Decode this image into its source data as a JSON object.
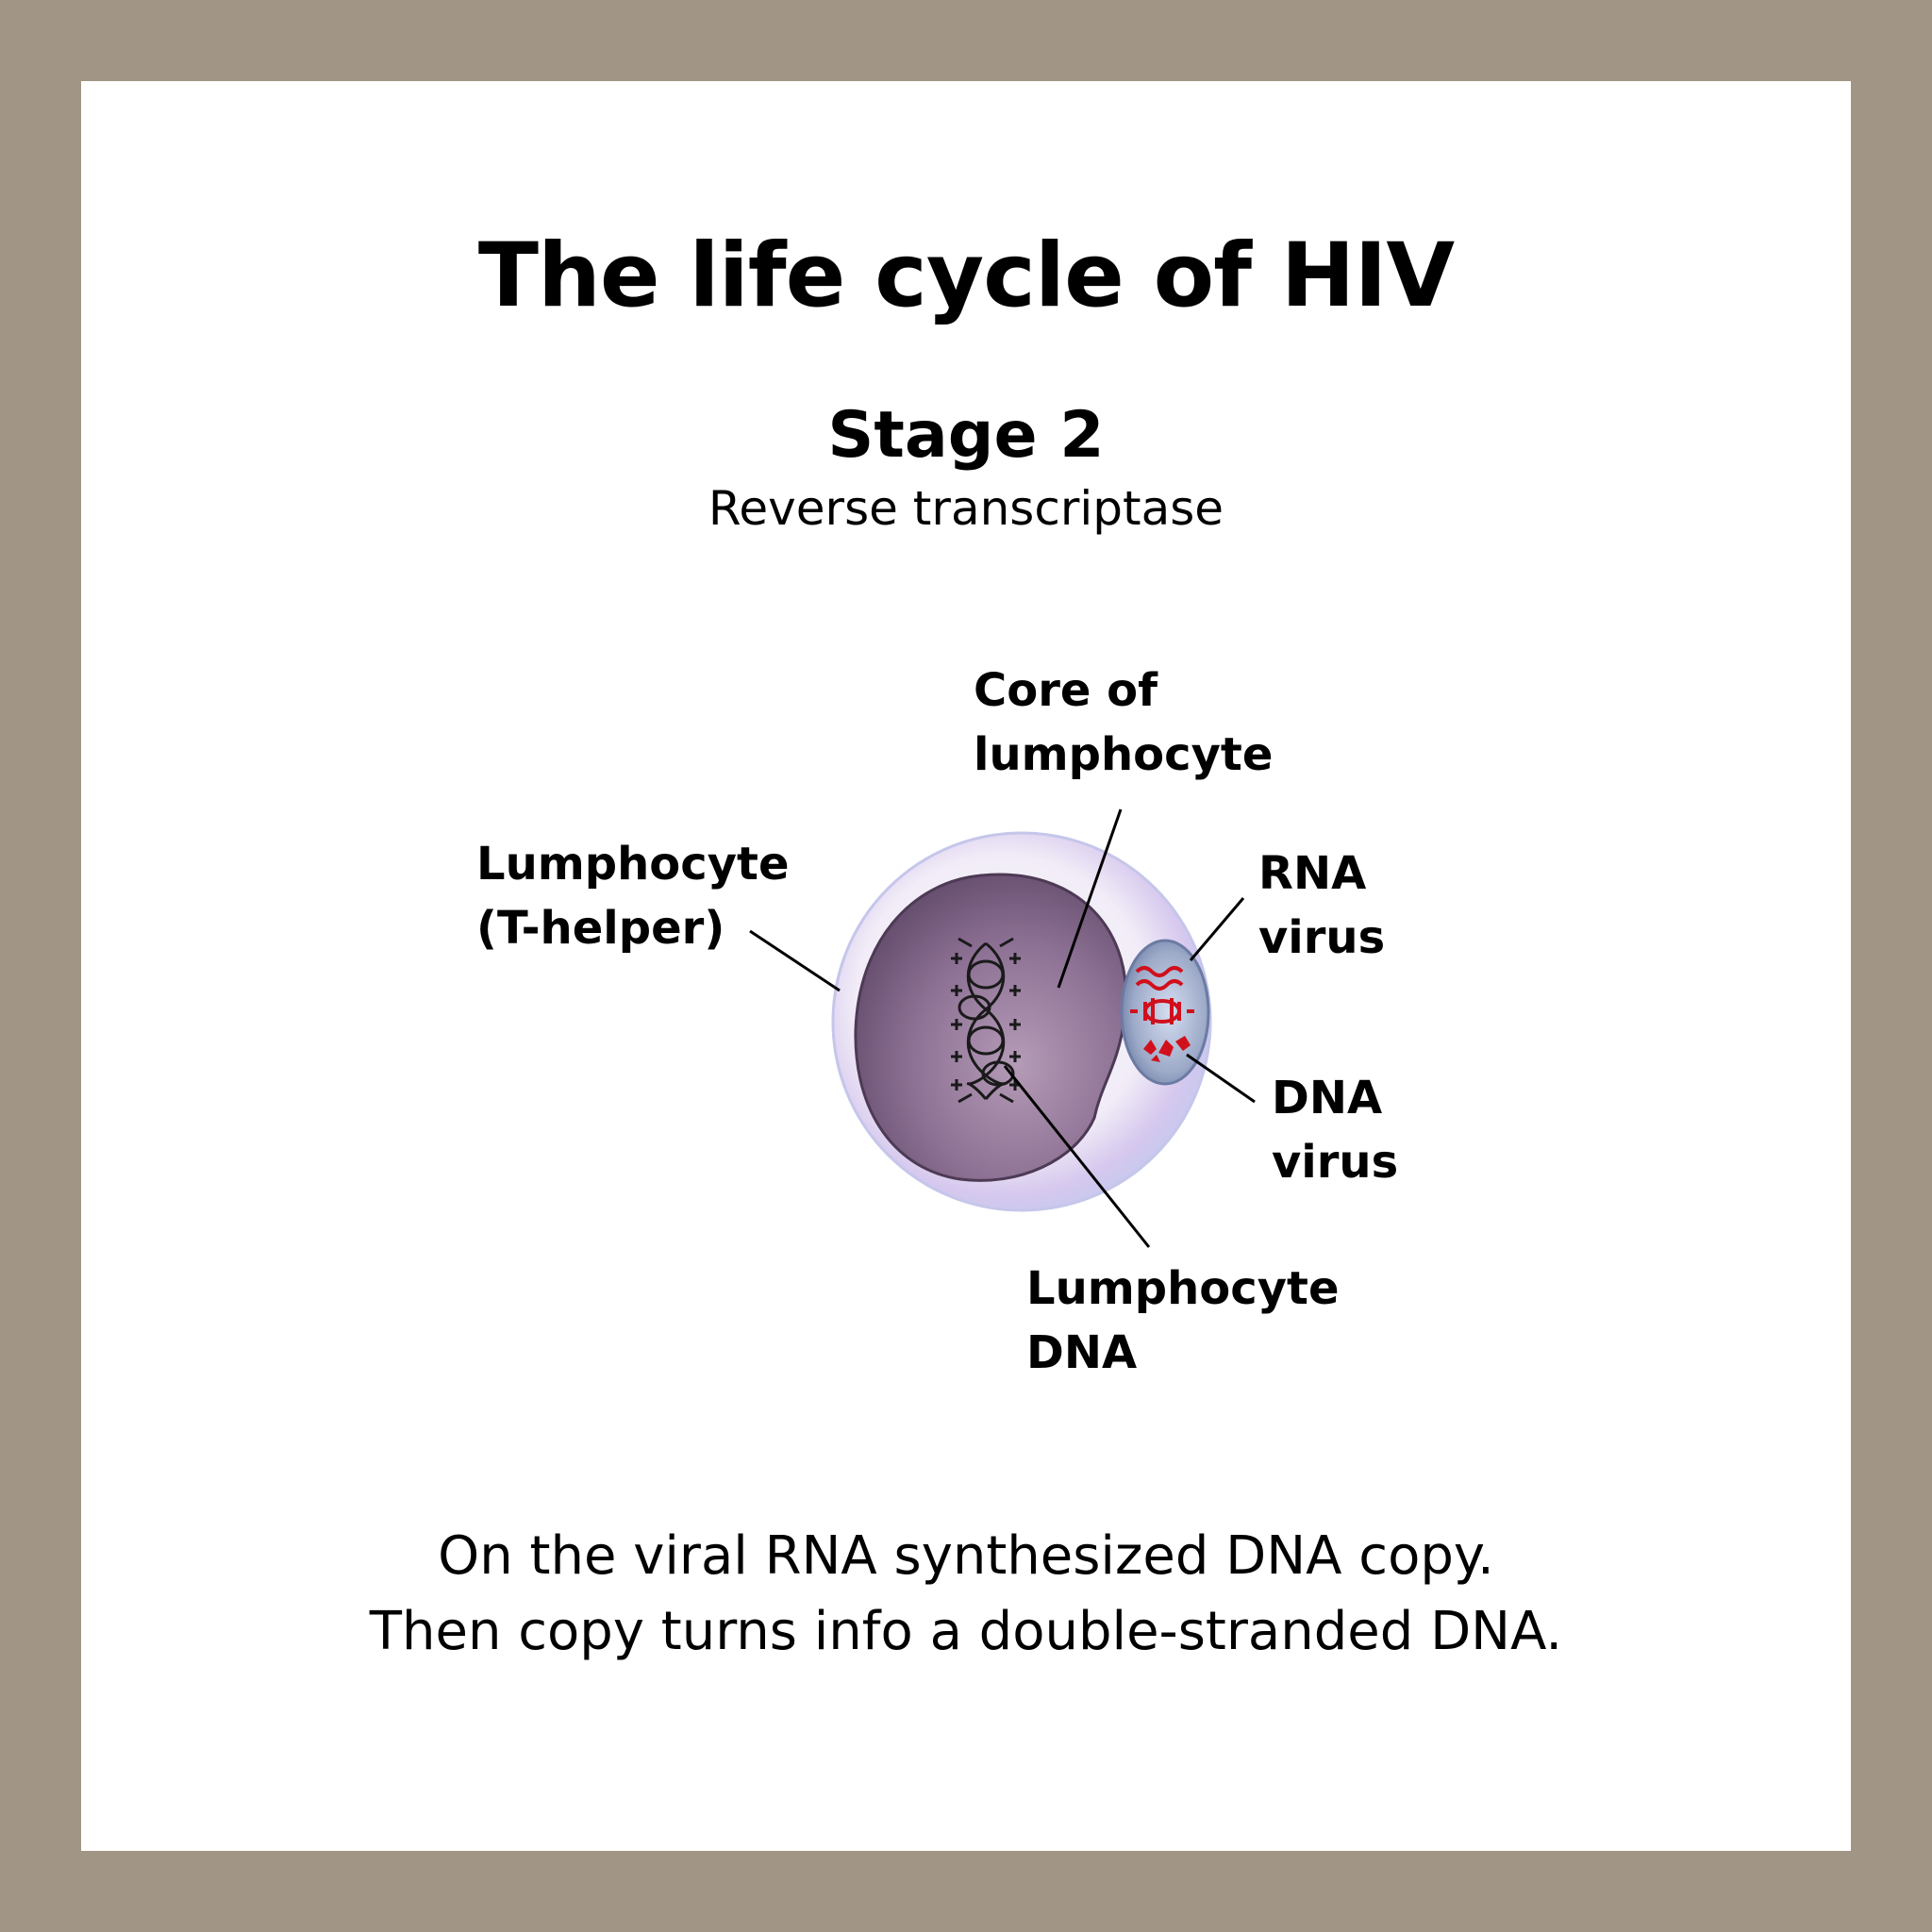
{
  "title": "The life cycle of HIV",
  "stage": "Stage 2",
  "subtitle": "Reverse transcriptase",
  "labels": {
    "core": [
      "Core of",
      "lumphocyte"
    ],
    "lymphocyte": [
      "Lumphocyte",
      "(T-helper)"
    ],
    "rna_virus": [
      "RNA",
      "virus"
    ],
    "dna_virus": [
      "DNA",
      "virus"
    ],
    "lymphocyte_dna": [
      "Lumphocyte",
      "DNA"
    ]
  },
  "caption": [
    "On the viral RNA synthesized DNA copy.",
    "Then copy turns info a double-stranded DNA."
  ],
  "colors": {
    "border": "#a19585",
    "nucleus": "#8a6f90",
    "virus": "#8c99b8",
    "viral_rna": "#d0101c"
  }
}
